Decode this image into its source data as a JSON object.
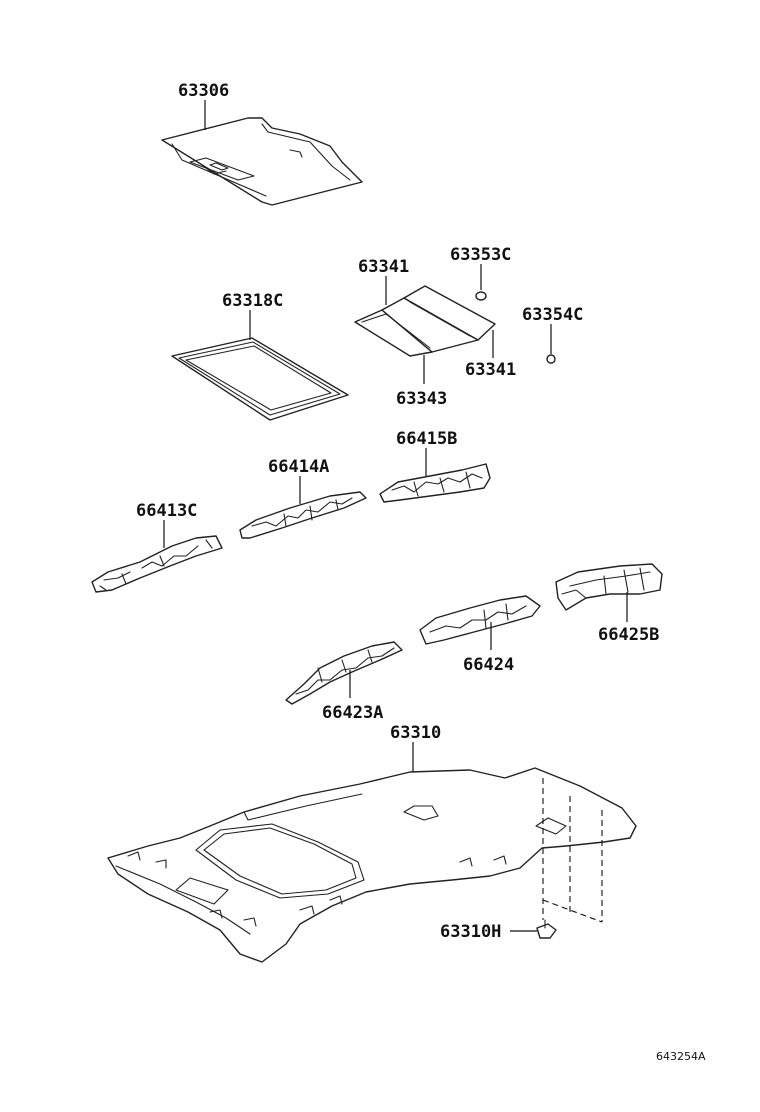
{
  "diagram": {
    "parts": [
      {
        "id": "roof-panel",
        "number": "63306"
      },
      {
        "id": "sunroof-seal",
        "number": "63318C"
      },
      {
        "id": "pad-upper",
        "number": "63341"
      },
      {
        "id": "clip-upper",
        "number": "63353C"
      },
      {
        "id": "clip-lower",
        "number": "63354C"
      },
      {
        "id": "pad-lower",
        "number": "63341"
      },
      {
        "id": "pad-base",
        "number": "63343"
      },
      {
        "id": "roof-rail-front",
        "number": "66413C"
      },
      {
        "id": "roof-rail-center",
        "number": "66414A"
      },
      {
        "id": "roof-rail-rear",
        "number": "66415B"
      },
      {
        "id": "bracket-rear-right",
        "number": "66425B"
      },
      {
        "id": "bracket-center-right",
        "number": "66424"
      },
      {
        "id": "bracket-front-right",
        "number": "66423A"
      },
      {
        "id": "headliner",
        "number": "63310"
      },
      {
        "id": "headliner-clip",
        "number": "63310H"
      }
    ],
    "figure_code": "643254A"
  }
}
